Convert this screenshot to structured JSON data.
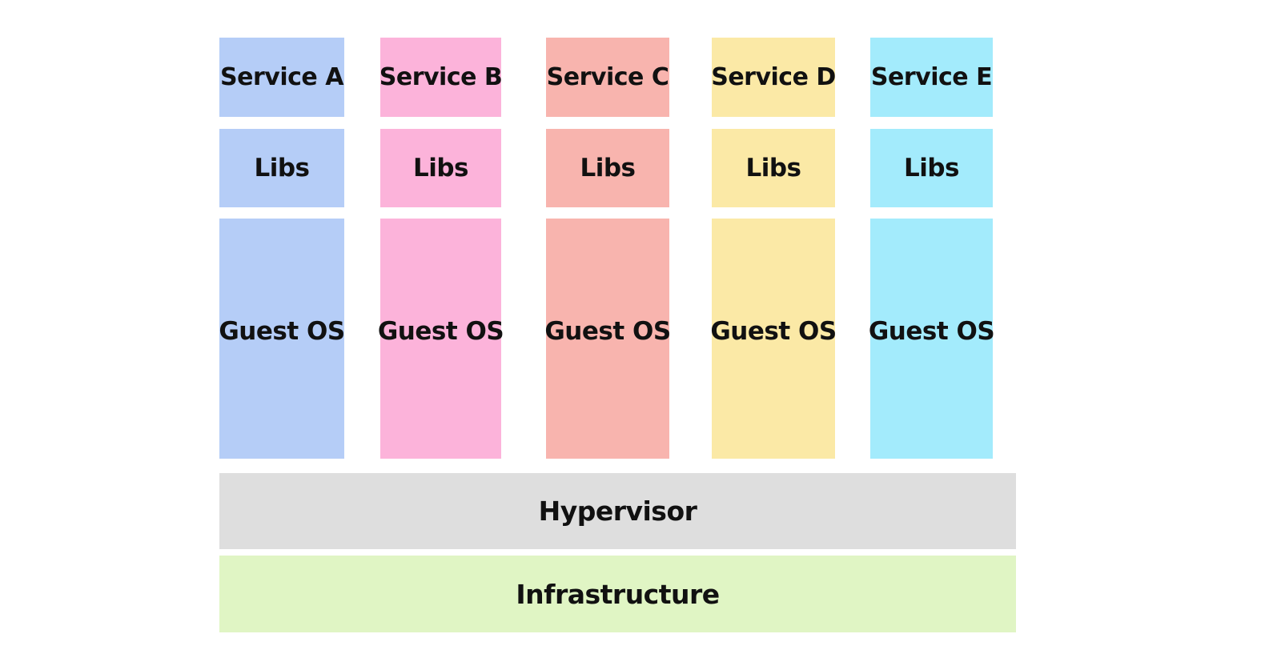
{
  "diagram": {
    "background": "#FFFFFF",
    "text_color": "#111111",
    "columns": [
      {
        "service": "Service A",
        "libs": "Libs",
        "guest_os": "Guest OS",
        "color": "#B5CDF7"
      },
      {
        "service": "Service B",
        "libs": "Libs",
        "guest_os": "Guest OS",
        "color": "#FCB3DA"
      },
      {
        "service": "Service C",
        "libs": "Libs",
        "guest_os": "Guest OS",
        "color": "#F8B4AE"
      },
      {
        "service": "Service D",
        "libs": "Libs",
        "guest_os": "Guest OS",
        "color": "#FBE9A6"
      },
      {
        "service": "Service E",
        "libs": "Libs",
        "guest_os": "Guest OS",
        "color": "#A3EBFC"
      }
    ],
    "layers": [
      {
        "label": "Hypervisor",
        "color": "#DEDEDE"
      },
      {
        "label": "Infrastructure",
        "color": "#E0F5C4"
      }
    ]
  }
}
